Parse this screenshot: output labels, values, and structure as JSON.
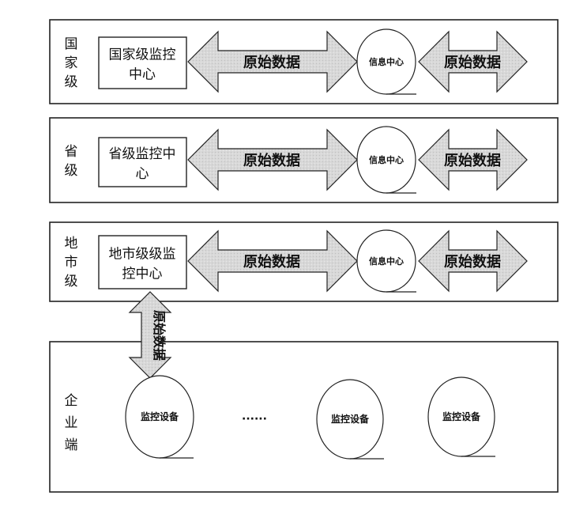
{
  "diagram": {
    "levels": [
      {
        "id": "national",
        "label_chars": [
          "国",
          "家",
          "级"
        ],
        "center_lines": [
          "国家级监控",
          "中心"
        ],
        "arrow_label": "原始数据",
        "info_center": "信息中心",
        "right_arrow_label": "原始数据"
      },
      {
        "id": "provincial",
        "label_chars": [
          "省",
          "级"
        ],
        "center_lines": [
          "省级监控中",
          "心"
        ],
        "arrow_label": "原始数据",
        "info_center": "信息中心",
        "right_arrow_label": "原始数据"
      },
      {
        "id": "municipal",
        "label_chars": [
          "地",
          "市",
          "级"
        ],
        "center_lines": [
          "地市级级监",
          "控中心"
        ],
        "arrow_label": "原始数据",
        "info_center": "信息中心",
        "right_arrow_label": "原始数据"
      }
    ],
    "vertical_arrow_label": "原始数据",
    "enterprise": {
      "label_chars": [
        "企",
        "业",
        "端"
      ],
      "devices": [
        "监控设备",
        "监控设备",
        "监控设备"
      ],
      "ellipsis": "······"
    }
  }
}
